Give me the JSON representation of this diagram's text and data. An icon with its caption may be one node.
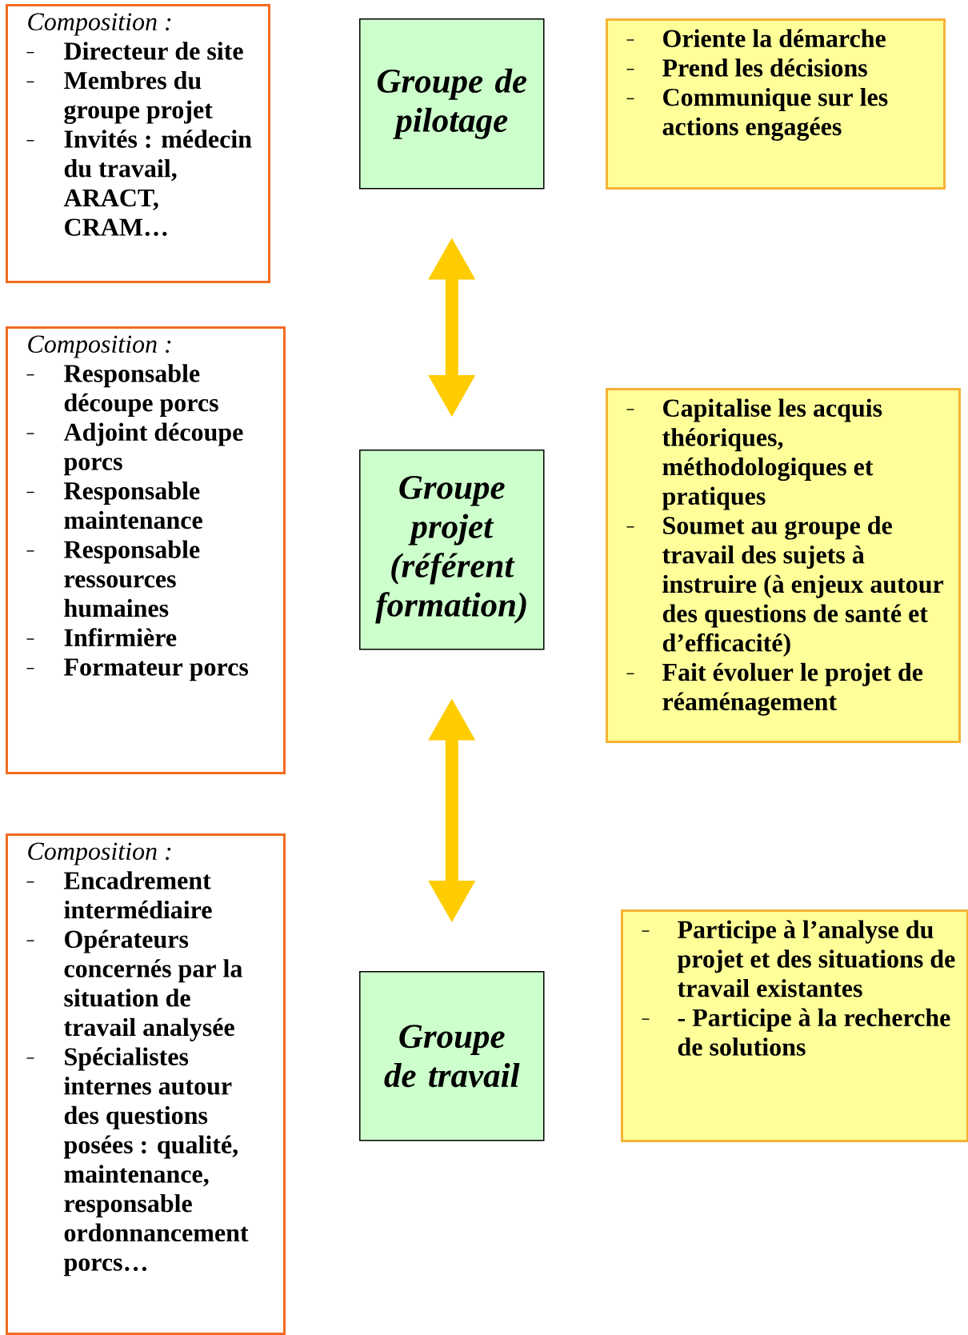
{
  "diagram": {
    "nodes": [
      {
        "text": [
          "Composition :",
          "Directeur de site",
          "Membres du groupe projet",
          "Invités : médecin du travail, ARACT, CRAM…"
        ]
      },
      {
        "text": [
          "Groupe de pilotage"
        ]
      },
      {
        "text": [
          "Oriente la démarche",
          "Prend les décisions",
          "Communique sur les actions engagées"
        ]
      },
      {
        "text": [
          "Composition :",
          "Responsable découpe porcs",
          "Adjoint découpe porcs",
          "Responsable maintenance",
          "Responsable ressources humaines",
          "Infirmière",
          "Formateur porcs"
        ]
      },
      {
        "text": [
          "Groupe projet (référent formation)"
        ]
      },
      {
        "text": [
          "Capitalise les acquis théoriques, méthodologiques et pratiques",
          "Soumet au groupe de travail des sujets à instruire (à enjeux autour des questions de santé et d’efficacité)",
          "Fait évoluer le projet de réaménagement"
        ]
      },
      {
        "text": [
          "Composition :",
          "Encadrement intermédiaire",
          "Opérateurs concernés par la situation de travail analysée",
          "Spécialistes internes autour des questions posées : qualité, maintenance, responsable ordonnancement porcs…"
        ]
      },
      {
        "text": [
          "Groupe de travail"
        ]
      },
      {
        "text": [
          "Participe à l’analyse du projet et des situations de travail existantes",
          "- Participe à la recherche de solutions"
        ]
      }
    ],
    "edges": [
      {
        "from": 1,
        "to": 4,
        "arrow": "both"
      },
      {
        "from": 4,
        "to": 7,
        "arrow": "both"
      }
    ]
  }
}
